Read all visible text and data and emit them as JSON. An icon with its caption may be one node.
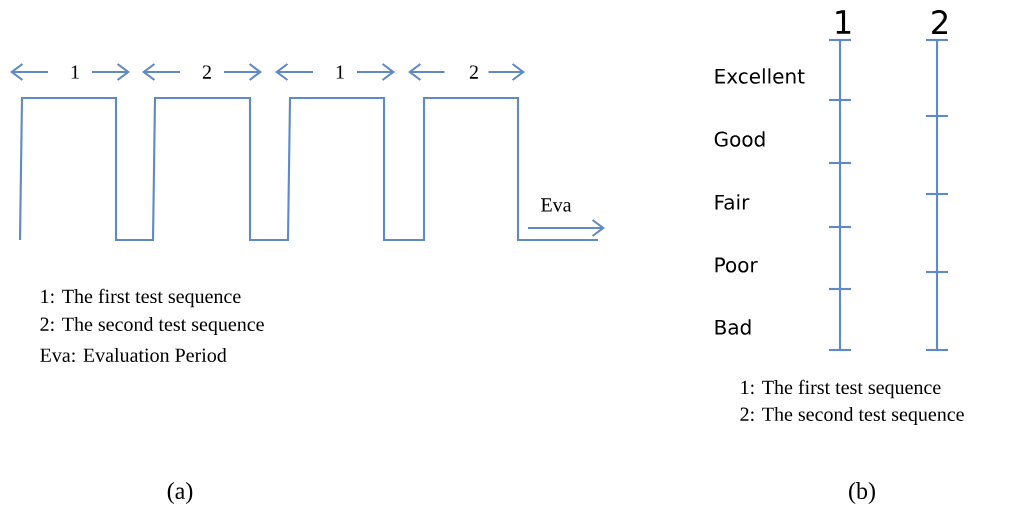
{
  "diagram": {
    "labels": [
      "1",
      "2",
      "1",
      "2",
      "Eva",
      "1: The first test sequence",
      "2: The second test sequence",
      "Eva: Evaluation Period",
      "1",
      "2",
      "Excellent",
      "Good",
      "Fair",
      "Poor",
      "Bad",
      "1: The first test sequence",
      "2: The second test sequence",
      "(a)",
      "(b)"
    ]
  }
}
